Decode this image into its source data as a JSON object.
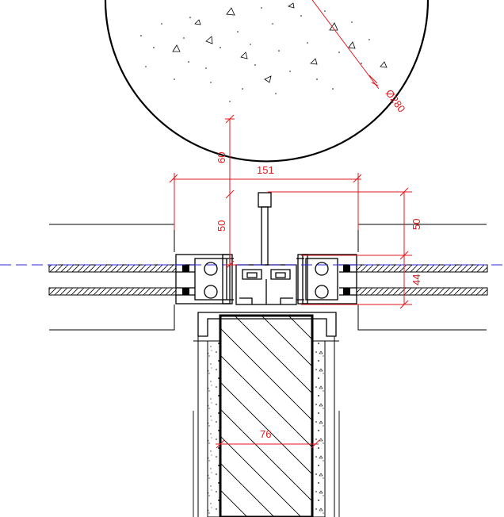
{
  "drawing": {
    "dimensions": {
      "diameter": "Ø280",
      "gap_to_column": "60",
      "mullion_width": "151",
      "left_depth": "50",
      "right_depth": "50",
      "glass_unit": "44",
      "core_width": "76"
    },
    "colors": {
      "line": "#000000",
      "dimension": "#e0191e",
      "axis": "#2a2ad8"
    }
  }
}
